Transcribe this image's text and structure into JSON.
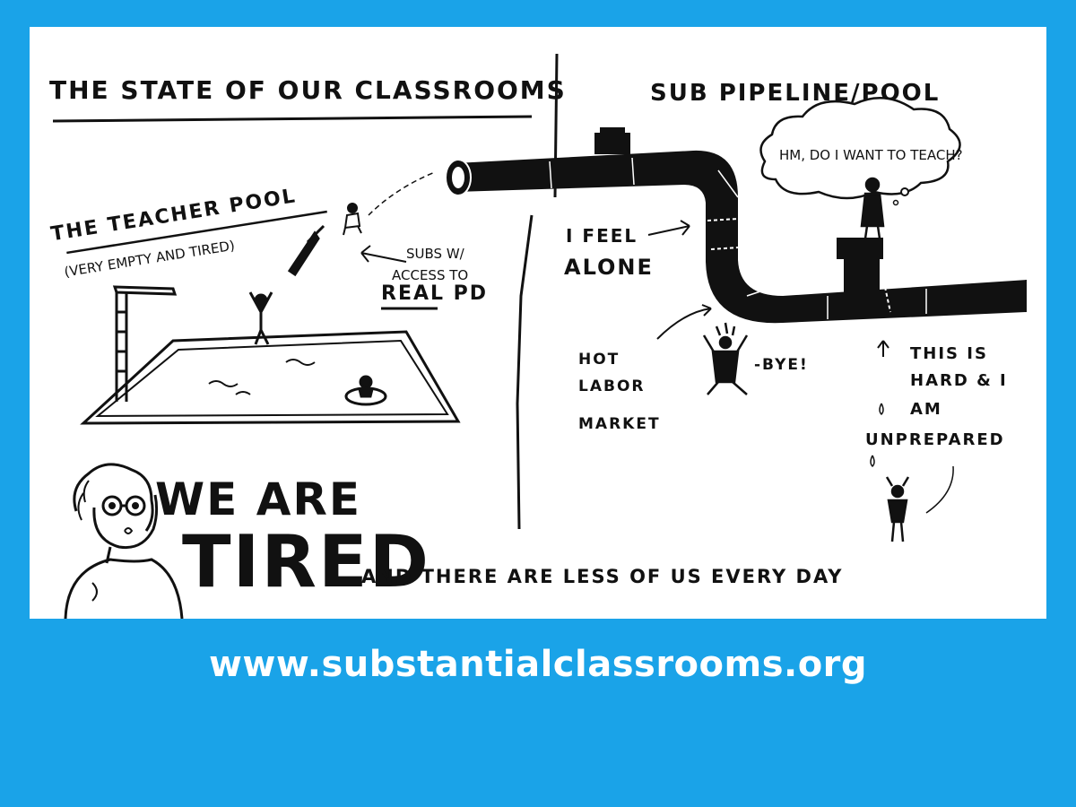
{
  "sketch": {
    "title_left": "THE STATE OF OUR CLASSROOMS",
    "title_right": "SUB PIPELINE/POOL",
    "teacher_pool_label": "THE TEACHER POOL",
    "teacher_pool_sub": "(VERY EMPTY AND TIRED)",
    "subs_line1": "SUBS W/",
    "subs_line2": "ACCESS TO",
    "subs_line3": "REAL PD",
    "thought_bubble": "HM, DO I WANT TO TEACH?",
    "feel_line1": "I FEEL",
    "feel_line2": "ALONE",
    "hot_line1": "HOT",
    "hot_line2": "LABOR",
    "hot_line3": "MARKET",
    "bye": "-BYE!",
    "hard_line1": "THIS IS",
    "hard_line2": "HARD & I",
    "hard_line3": "AM",
    "hard_line4": "UNPREPARED",
    "we_are": "WE ARE",
    "tired": "TIRED",
    "less_of_us": "AND THERE ARE LESS OF US EVERY DAY"
  },
  "footer": {
    "url": "www.substantialclassrooms.org"
  },
  "colors": {
    "background": "#1aa3e8",
    "panel": "#ffffff",
    "ink": "#111111"
  }
}
